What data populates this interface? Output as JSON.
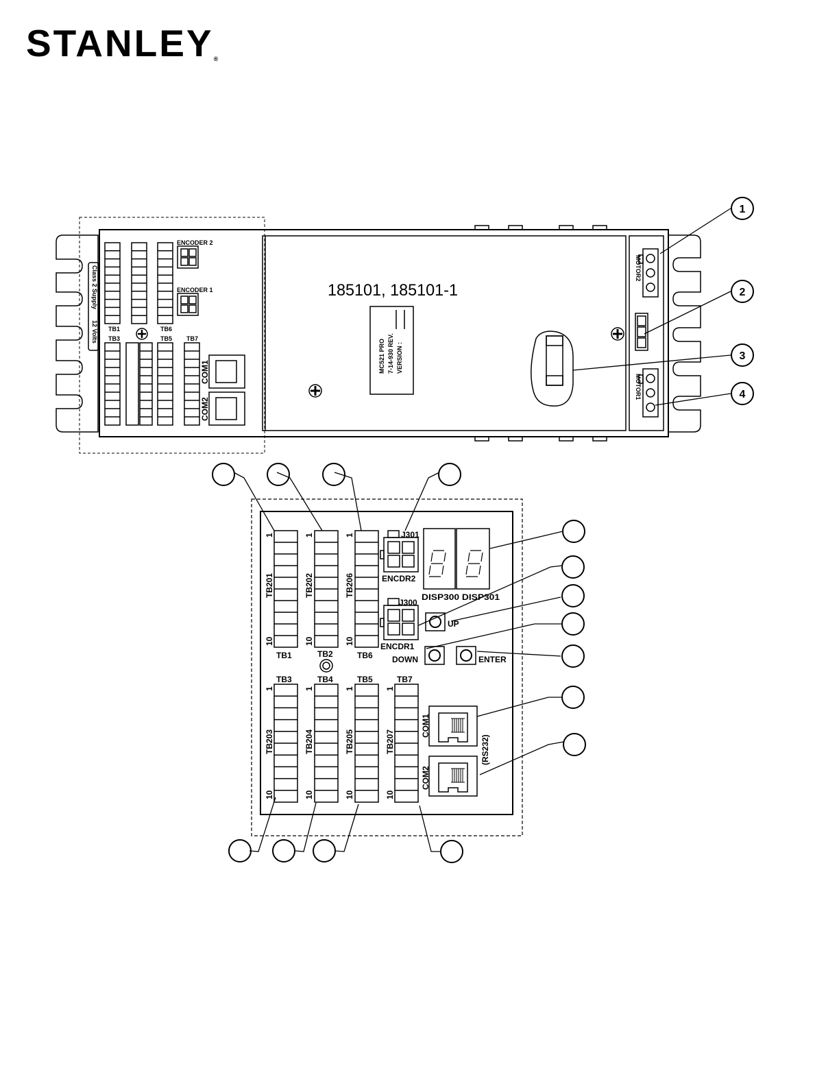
{
  "brand": {
    "name": "STANLEY",
    "mark": "®"
  },
  "overview": {
    "part_numbers": "185101, 185101-1",
    "label_lines": [
      "MC521 PRO",
      "7-14-930 REV.",
      "VERSION :"
    ],
    "side_text_top": "Class 2 Supply",
    "side_text_bottom": "12 Volts",
    "tb_small": [
      "TB1",
      "TB6",
      "TB3",
      "TB5",
      "TB7"
    ],
    "encoder_small": [
      "ENCODER 2",
      "ENCODER 1"
    ],
    "com_small": [
      "COM1",
      "COM2"
    ],
    "motor_labels": [
      "MOTOR2",
      "MOTOR1"
    ],
    "callouts": [
      "1",
      "2",
      "3",
      "4"
    ]
  },
  "detail": {
    "tb_top_ids": [
      "TB201",
      "TB202",
      "TB206"
    ],
    "tb_top_names": [
      "TB1",
      "TB2",
      "TB6"
    ],
    "tb_bottom_ids": [
      "TB203",
      "TB204",
      "TB205",
      "TB207"
    ],
    "tb_bottom_names": [
      "TB3",
      "TB4",
      "TB5",
      "TB7"
    ],
    "pin_first": "1",
    "pin_last": "10",
    "j301": "J301",
    "j300": "J300",
    "encdr2": "ENCDR2",
    "encdr1": "ENCDR1",
    "disp": "DISP300 DISP301",
    "btn_up": "UP",
    "btn_down": "DOWN",
    "btn_enter": "ENTER",
    "com1": "COM1",
    "com2": "COM2",
    "rs232": "(RS232)"
  }
}
